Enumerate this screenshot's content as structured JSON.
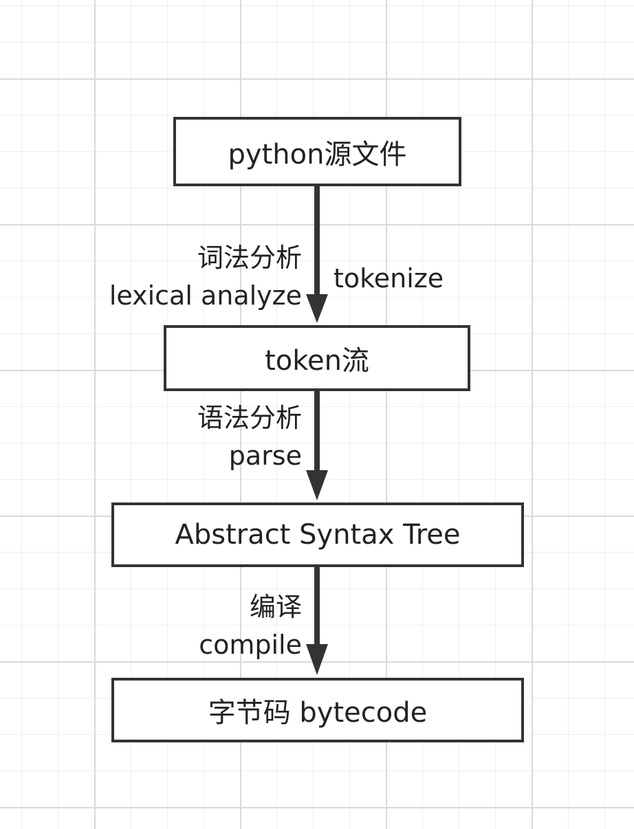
{
  "nodes": {
    "source": "python源文件",
    "token_stream": "token流",
    "ast": "Abstract Syntax Tree",
    "bytecode": "字节码 bytecode"
  },
  "edges": {
    "lexical": {
      "zh": "词法分析",
      "en": "lexical analyze",
      "side": "tokenize"
    },
    "parse": {
      "zh": "语法分析",
      "en": "parse"
    },
    "compile": {
      "zh": "编译",
      "en": "compile"
    }
  },
  "colors": {
    "stroke": "#333333",
    "grid": "#d9d9d9",
    "background": "#ffffff"
  }
}
